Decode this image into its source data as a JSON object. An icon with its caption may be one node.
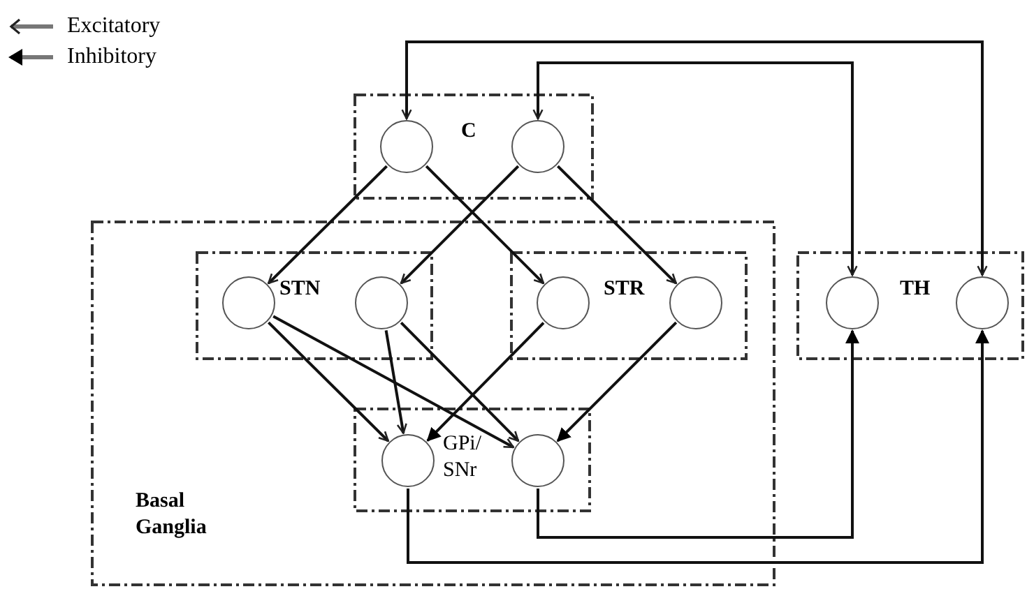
{
  "diagram": {
    "nodes": [
      {
        "text": [
          "C"
        ]
      },
      {
        "text": [],
        "shape": "circle",
        "in": 0
      },
      {
        "text": [],
        "shape": "circle",
        "in": 0
      },
      {
        "text": [
          "Basal Ganglia"
        ]
      },
      {
        "text": [
          "STN"
        ],
        "in": 3
      },
      {
        "text": [],
        "shape": "circle",
        "in": 4
      },
      {
        "text": [],
        "shape": "circle",
        "in": 4
      },
      {
        "text": [
          "STR"
        ],
        "in": 3
      },
      {
        "text": [],
        "shape": "circle",
        "in": 7
      },
      {
        "text": [],
        "shape": "circle",
        "in": 7
      },
      {
        "text": [
          "GPi/ SNr"
        ],
        "in": 3
      },
      {
        "text": [],
        "shape": "circle",
        "in": 10
      },
      {
        "text": [],
        "shape": "circle",
        "in": 10
      },
      {
        "text": [
          "TH"
        ]
      },
      {
        "text": [],
        "shape": "circle",
        "in": 13
      },
      {
        "text": [],
        "shape": "circle",
        "in": 13
      }
    ],
    "edges": [
      {
        "from": 1,
        "to": 5,
        "arrow": "to"
      },
      {
        "from": 1,
        "to": 8,
        "arrow": "to"
      },
      {
        "from": 2,
        "to": 6,
        "arrow": "to"
      },
      {
        "from": 2,
        "to": 9,
        "arrow": "to"
      },
      {
        "from": 5,
        "to": 11,
        "arrow": "to"
      },
      {
        "from": 5,
        "to": 12,
        "arrow": "to"
      },
      {
        "from": 6,
        "to": 11,
        "arrow": "to"
      },
      {
        "from": 6,
        "to": 12,
        "arrow": "to"
      },
      {
        "from": 8,
        "to": 11,
        "arrow": "to"
      },
      {
        "from": 9,
        "to": 12,
        "arrow": "to"
      },
      {
        "from": 11,
        "to": 15,
        "arrow": "to"
      },
      {
        "from": 12,
        "to": 14,
        "arrow": "to"
      },
      {
        "from": 15,
        "to": 1,
        "arrow": "both"
      },
      {
        "from": 14,
        "to": 2,
        "arrow": "both"
      }
    ],
    "legend": [
      {
        "text": "Excitatory"
      },
      {
        "text": "Inhibitory"
      }
    ]
  }
}
